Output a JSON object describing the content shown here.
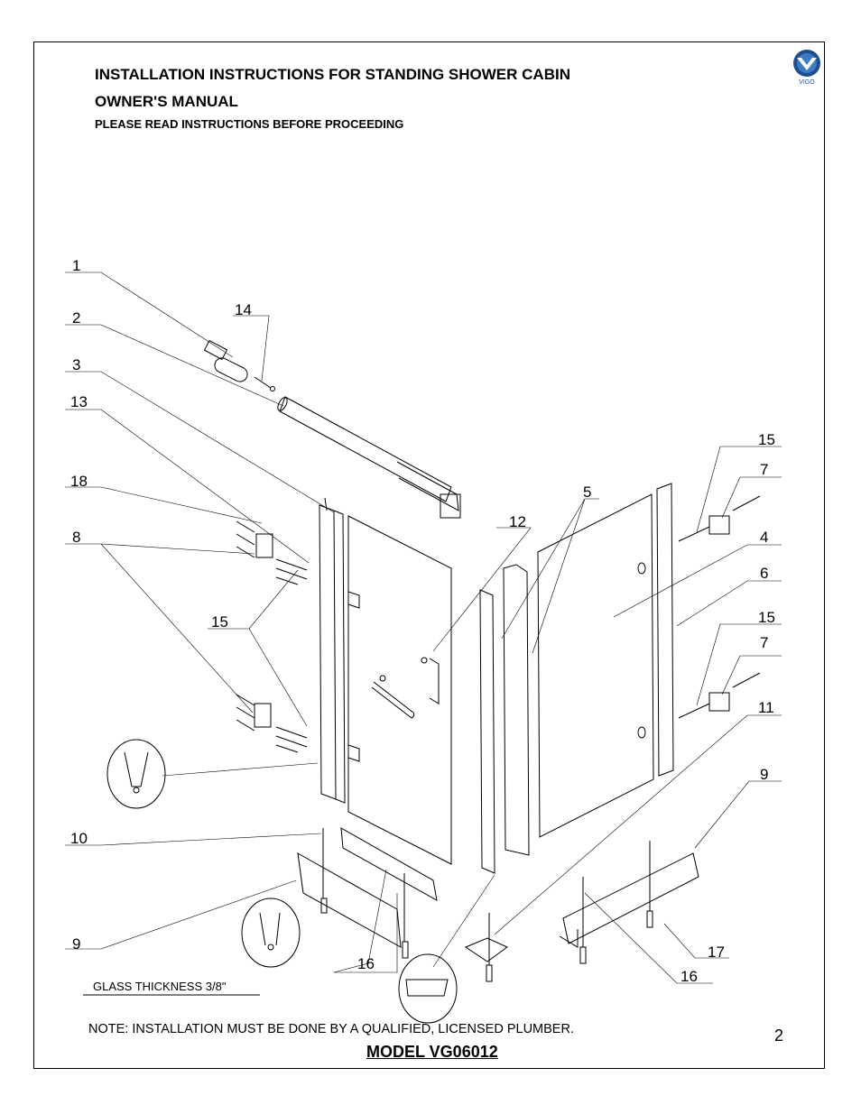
{
  "header": {
    "title": "INSTALLATION INSTRUCTIONS FOR  STANDING SHOWER CABIN",
    "subtitle": "OWNER'S MANUAL",
    "notice": "PLEASE READ INSTRUCTIONS BEFORE PROCEEDING"
  },
  "logo": {
    "text": "VIGO",
    "icon": "vigo-chevron-logo"
  },
  "callouts": {
    "c1": "1",
    "c2": "2",
    "c3": "3",
    "c13": "13",
    "c18": "18",
    "c8": "8",
    "c14": "14",
    "c15a": "15",
    "c15b": "15",
    "c15c": "15",
    "c7a": "7",
    "c7b": "7",
    "c5": "5",
    "c12": "12",
    "c4": "4",
    "c6": "6",
    "c11": "11",
    "c9a": "9",
    "c9b": "9",
    "c10": "10",
    "c16a": "16",
    "c16b": "16",
    "c17": "17"
  },
  "footer": {
    "glass_thickness": "GLASS THICKNESS 3/8\"",
    "note": "NOTE: INSTALLATION MUST BE DONE BY A QUALIFIED, LICENSED PLUMBER.",
    "model": "MODEL VG06012",
    "page_number": "2"
  }
}
